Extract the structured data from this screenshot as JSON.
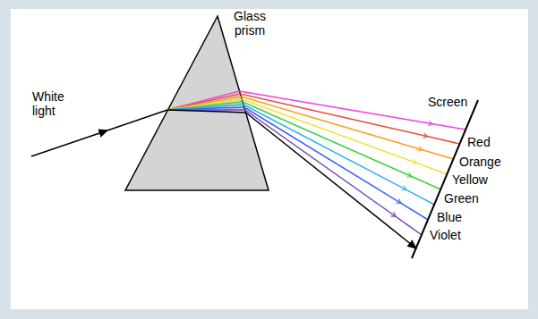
{
  "diagram": {
    "labels": [
      "White light",
      "Glass prism",
      "Screen",
      "Red",
      "Orange",
      "Yellow",
      "Green",
      "Blue",
      "Violet"
    ]
  }
}
